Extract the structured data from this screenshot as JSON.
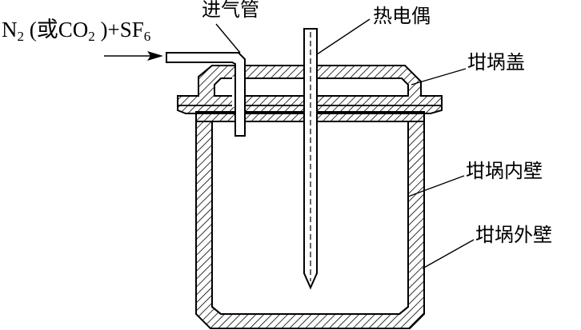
{
  "labels": {
    "gas_inlet": {
      "prefix": "N",
      "n2_sub": "2",
      "middle": " (或CO",
      "co2_sub": "2",
      "suffix": " )+SF",
      "sf6_sub": "6"
    },
    "inlet_pipe": "进气管",
    "thermocouple": "热电偶",
    "crucible_lid": "坩埚盖",
    "crucible_inner_wall": "坩埚内壁",
    "crucible_outer_wall": "坩埚外壁"
  }
}
